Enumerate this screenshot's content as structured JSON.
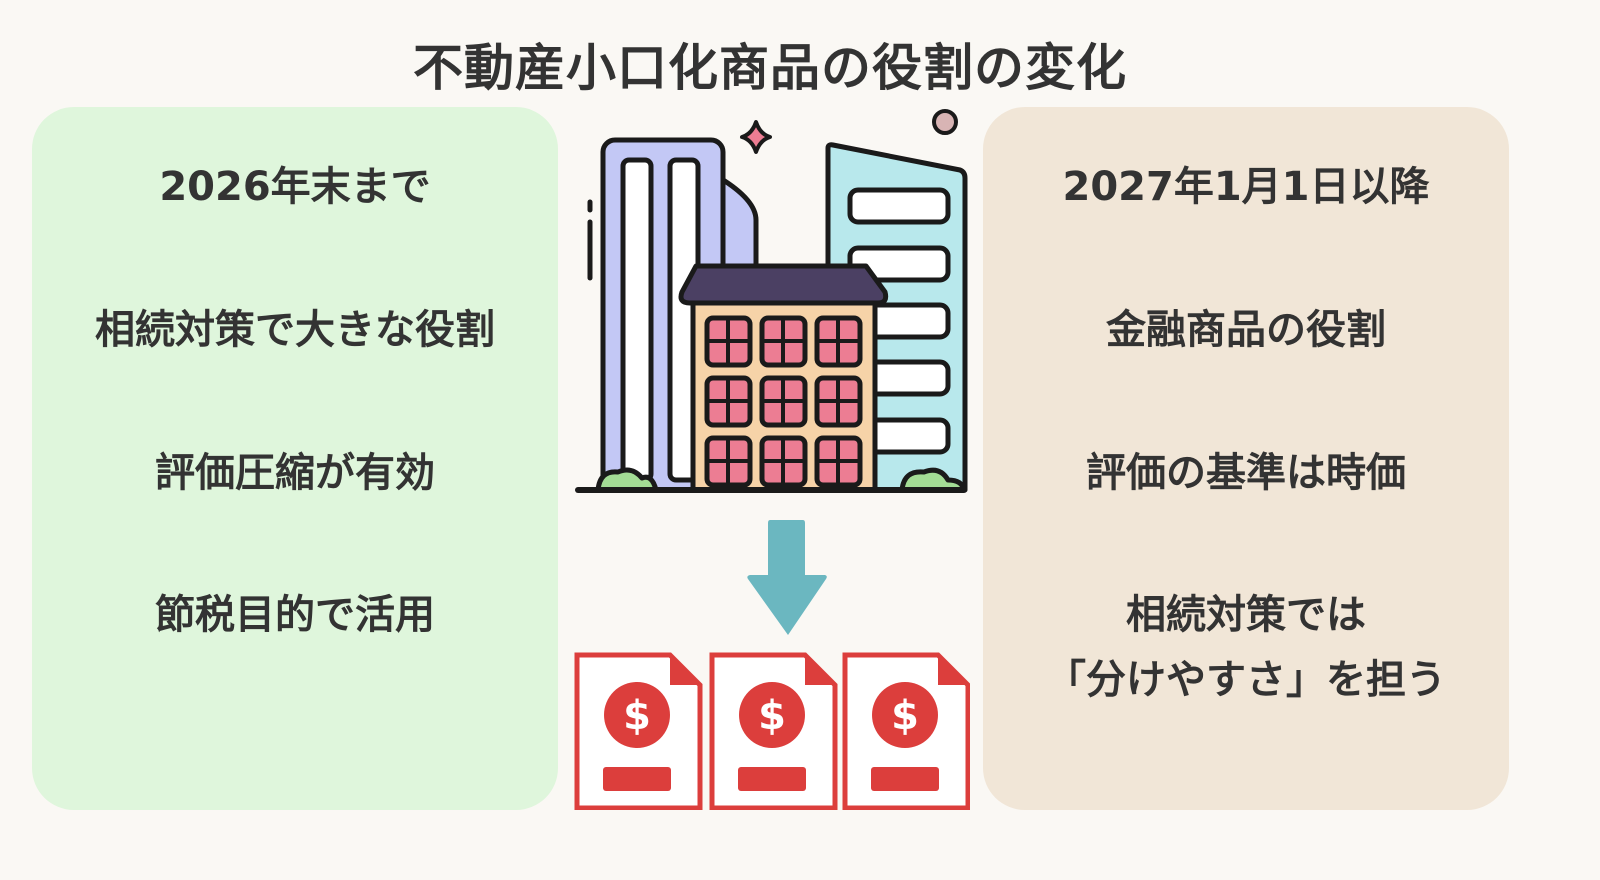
{
  "title": "不動産小口化商品の役割の変化",
  "left_panel": {
    "heading": "2026年末まで",
    "points": [
      "相続対策で大きな役割",
      "評価圧縮が有効",
      "節税目的で活用"
    ]
  },
  "right_panel": {
    "heading": "2027年1月1日以降",
    "points": [
      "金融商品の役割",
      "評価の基準は時価",
      "相続対策では",
      "「分けやすさ」を担う"
    ]
  },
  "colors": {
    "left_bg": "#dff6dc",
    "right_bg": "#f1e6d7",
    "arrow": "#6bb7c0",
    "document": "#dc3e3c"
  }
}
